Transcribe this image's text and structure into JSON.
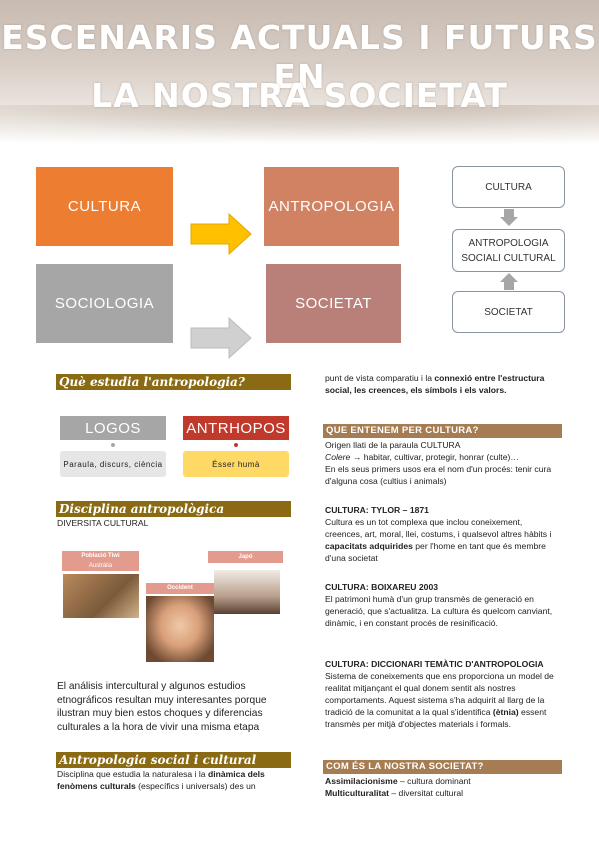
{
  "header": {
    "title_line1": "ESCENARIS ACTUALS I FUTURS EN",
    "title_line2": "LA NOSTRA SOCIETAT"
  },
  "diagram": {
    "cultura": "CULTURA",
    "antropologia": "ANTROPOLOGIA",
    "sociologia": "SOCIOLOGIA",
    "societat": "SOCIETAT"
  },
  "flow": {
    "top": "CULTURA",
    "middle_line1": "ANTROPOLOGIA",
    "middle_line2": "SOCIALI CULTURAL",
    "bottom": "SOCIETAT"
  },
  "left": {
    "q_title": "Què estudia l'antropologia?",
    "logos": "LOGOS",
    "anthropos": "ANTRHOPOS",
    "logos_sub": "Paraula, discurs, ciència",
    "anthropos_sub": "Ésser humà",
    "disc_title": "Disciplina antropològica",
    "diversitat": "DIVERSITA CULTURAL",
    "tag_tiwi": "Població Tiwi",
    "tag_australia": "Austràlia",
    "tag_japo": "Japó",
    "tag_occident": "Occident",
    "paragraph": "El análisis intercultural y algunos estudios etnográficos resultan muy interesantes porque ilustran muy bien estos choques y diferencias culturales a la hora de vivir una misma etapa",
    "asc_title": "Antropologia social i cultural",
    "asc_text_1": "Disciplina que estudia la naturalesa i la ",
    "asc_text_bold": "dinàmica dels fenòmens culturals",
    "asc_text_2": " (específics i universals) des un"
  },
  "right": {
    "cont_1": "punt de vista comparatiu i la ",
    "cont_b1": "connexió entre l'estructura social, les creences, els símbols i els valors.",
    "q_cultura": "QUE ENTENEM PER CULTURA?",
    "origen": "Origen llati de la paraula CULTURA",
    "colere_i": "Colere",
    "colere": " → habitar, cultivar, protegir, honrar (culte)…",
    "origen2": "En els seus primers usos era el nom d'un procés: tenir cura d'alguna cosa (cultius i animals)",
    "tylor_h": "CULTURA: TYLOR – 1871",
    "tylor_1": "Cultura es un tot complexa que inclou coneixement, creences, art, moral, llei, costums, i qualsevol altres hàbits i ",
    "tylor_b": "capacitats adquirides",
    "tylor_2": " per l'home en tant que és membre d'una societat",
    "boix_h": "CULTURA: BOIXAREU 2003",
    "boix": "El patrimoni humà d'un grup transmès de generació en generació, que s'actualitza. La cultura és quelcom canviant, dinàmic, i en constant procés de resinificació.",
    "dicc_h": "CULTURA: DICCIONARI TEMÀTIC D'ANTROPOLOGIA",
    "dicc_1": "Sistema de coneixements que ens proporciona un model de realitat mitjançant el qual donem sentit als nostres comportaments. Aquest sistema s'ha adquirit al llarg de la tradició de la comunitat a la qual s'identifica ",
    "dicc_b": "(ètnia)",
    "dicc_2": " essent transmès per mitjà d'objectes materials i formals.",
    "q_societat": "COM ÉS LA NOSTRA SOCIETAT?",
    "assim_b": "Assimilacionisme",
    "assim": " – cultura dominant",
    "multi_b": "Multiculturalitat",
    "multi": " – diversitat cultural"
  }
}
